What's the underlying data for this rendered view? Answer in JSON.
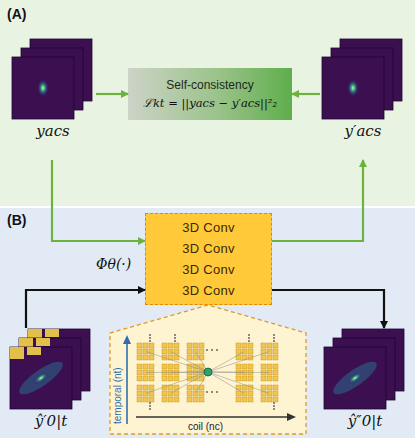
{
  "diagram": {
    "nodes": [
      {
        "text": [
          "yacs"
        ]
      },
      {
        "text": [
          "Self-consistency",
          "ℒkt = ||yacs − y′acs||²₂"
        ]
      },
      {
        "text": [
          "y′acs"
        ]
      },
      {
        "text": [
          "3D Conv",
          "3D Conv",
          "3D Conv",
          "3D Conv"
        ]
      },
      {
        "text": [
          "ŷ′0|t"
        ]
      },
      {
        "text": [
          "ŷ″0|t"
        ]
      }
    ],
    "edges": [
      {
        "from": 0,
        "to": 1,
        "arrow": "to"
      },
      {
        "from": 2,
        "to": 1,
        "arrow": "to"
      },
      {
        "from": 0,
        "to": 3,
        "arrow": "to"
      },
      {
        "from": 3,
        "to": 2,
        "arrow": "to"
      },
      {
        "from": 4,
        "to": 3,
        "arrow": "to"
      },
      {
        "from": 3,
        "to": 5,
        "arrow": "to"
      }
    ],
    "labels": [
      "(A)",
      "(B)",
      "Φθ(·)",
      "temporal (nt)",
      "coil (nc)"
    ]
  }
}
